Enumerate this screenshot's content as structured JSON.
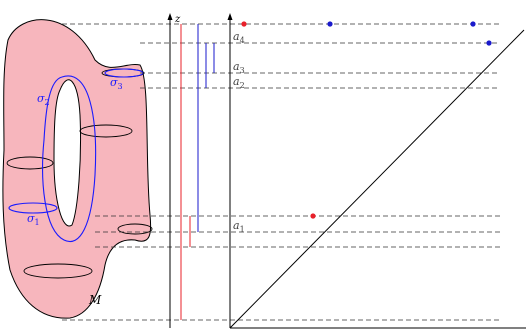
{
  "labels": {
    "z": "z",
    "a4": {
      "main": "a",
      "sub": "4"
    },
    "a3": {
      "main": "a",
      "sub": "3"
    },
    "a2": {
      "main": "a",
      "sub": "2"
    },
    "a1": {
      "main": "a",
      "sub": "1"
    },
    "sigma1": {
      "main": "σ",
      "sub": "1"
    },
    "sigma2": {
      "main": "σ",
      "sub": "2"
    },
    "sigma3": {
      "main": "σ",
      "sub": "3"
    },
    "M": "M"
  },
  "colors": {
    "surface_fill": "#f7b6bd",
    "cycle": "#1a1aff",
    "red": "#e8202a",
    "blue": "#1a1acc",
    "axis": "#000000",
    "dashed": "#333333",
    "level_label": "#444444"
  }
}
